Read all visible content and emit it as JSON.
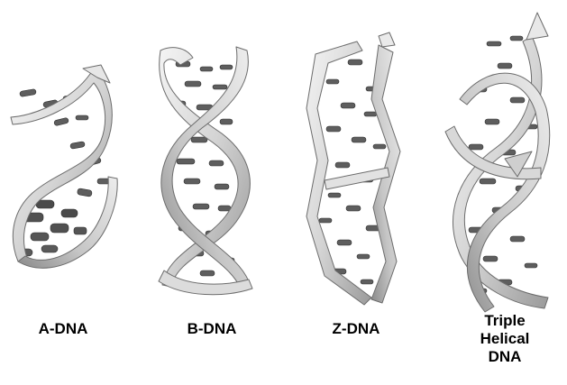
{
  "figure": {
    "structures": [
      {
        "id": "a-dna",
        "label": "A-DNA",
        "label_lines": [
          "A-DNA"
        ]
      },
      {
        "id": "b-dna",
        "label": "B-DNA",
        "label_lines": [
          "B-DNA"
        ]
      },
      {
        "id": "z-dna",
        "label": "Z-DNA",
        "label_lines": [
          "Z-DNA"
        ]
      },
      {
        "id": "triple-helical-dna",
        "label": "Triple Helical DNA",
        "label_lines": [
          "Triple",
          "Helical",
          "DNA"
        ]
      }
    ],
    "colors": {
      "background": "#ffffff",
      "backbone_light": "#f2f2f2",
      "backbone_mid": "#d2d2d2",
      "backbone_dark": "#8c8c8c",
      "base": "#5a5a5a",
      "label": "#000000"
    }
  }
}
